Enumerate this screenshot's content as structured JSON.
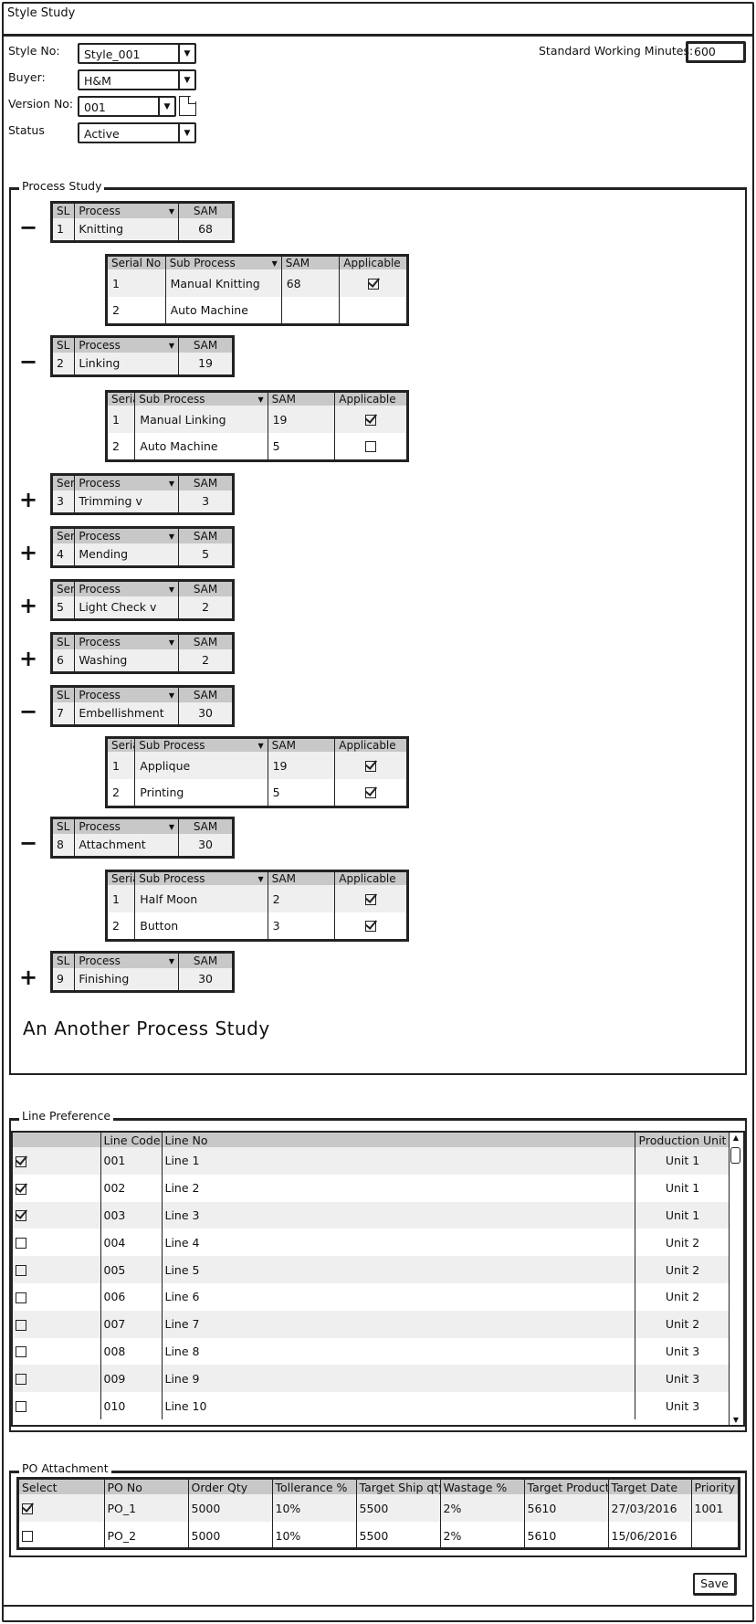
{
  "window": {
    "title": "Style Study"
  },
  "header": {
    "style_no_label": "Style No:",
    "style_no": "Style_001",
    "buyer_label": "Buyer:",
    "buyer": "H&M",
    "version_label": "Version No:",
    "version": "001",
    "status_label": "Status",
    "status": "Active",
    "swm_label": "Standard Working Minutes:",
    "swm": "600"
  },
  "process_study": {
    "label": "Process Study",
    "processes": [
      {
        "toggle": "−",
        "sl_header": "SL",
        "process_header": "Process",
        "sam_header": "SAM",
        "sl": "1",
        "name": "Knitting",
        "sam": "68",
        "sub": {
          "serial_header": "Serial No",
          "sub_header": "Sub Process",
          "sam_header": "SAM",
          "app_header": "Applicable",
          "rows": [
            {
              "serial": "1",
              "name": "Manual Knitting",
              "sam": "68",
              "applicable": true
            },
            {
              "serial": "2",
              "name": "Auto Machine",
              "sam": "",
              "applicable": null
            }
          ]
        }
      },
      {
        "toggle": "−",
        "sl_header": "SL",
        "process_header": "Process",
        "sam_header": "SAM",
        "sl": "2",
        "name": "Linking",
        "sam": "19",
        "sub": {
          "serial_header": "Serial No",
          "sub_header": "Sub Process",
          "sam_header": "SAM",
          "app_header": "Applicable",
          "rows": [
            {
              "serial": "1",
              "name": "Manual Linking",
              "sam": "19",
              "applicable": true
            },
            {
              "serial": "2",
              "name": "Auto Machine",
              "sam": "5",
              "applicable": false
            }
          ]
        }
      },
      {
        "toggle": "+",
        "sl_header": "Serial",
        "process_header": "Process",
        "sam_header": "SAM",
        "sl": "3",
        "name": "Trimming v",
        "sam": "3"
      },
      {
        "toggle": "+",
        "sl_header": "Serial",
        "process_header": "Process",
        "sam_header": "SAM",
        "sl": "4",
        "name": "Mending",
        "sam": "5"
      },
      {
        "toggle": "+",
        "sl_header": "Serial",
        "process_header": "Process",
        "sam_header": "SAM",
        "sl": "5",
        "name": "Light Check v",
        "sam": "2"
      },
      {
        "toggle": "+",
        "sl_header": "SL",
        "process_header": "Process",
        "sam_header": "SAM",
        "sl": "6",
        "name": "Washing",
        "sam": "2"
      },
      {
        "toggle": "−",
        "sl_header": "SL",
        "process_header": "Process",
        "sam_header": "SAM",
        "sl": "7",
        "name": "Embellishment",
        "sam": "30",
        "sub": {
          "serial_header": "Serial No",
          "sub_header": "Sub Process",
          "sam_header": "SAM",
          "app_header": "Applicable",
          "rows": [
            {
              "serial": "1",
              "name": "Applique",
              "sam": "19",
              "applicable": true
            },
            {
              "serial": "2",
              "name": "Printing",
              "sam": "5",
              "applicable": true
            }
          ]
        }
      },
      {
        "toggle": "−",
        "sl_header": "SL",
        "process_header": "Process",
        "sam_header": "SAM",
        "sl": "8",
        "name": "Attachment",
        "sam": "30",
        "sub": {
          "serial_header": "Serial No",
          "sub_header": "Sub Process",
          "sam_header": "SAM",
          "app_header": "Applicable",
          "rows": [
            {
              "serial": "1",
              "name": "Half Moon",
              "sam": "2",
              "applicable": true
            },
            {
              "serial": "2",
              "name": "Button",
              "sam": "3",
              "applicable": true
            }
          ]
        }
      },
      {
        "toggle": "+",
        "sl_header": "SL",
        "process_header": "Process",
        "sam_header": "SAM",
        "sl": "9",
        "name": "Finishing",
        "sam": "30"
      }
    ],
    "another": "An Another Process Study"
  },
  "line_preference": {
    "label": "Line Preference",
    "headers": [
      "",
      "Line Code",
      "Line No",
      "Production Unit"
    ],
    "rows": [
      {
        "checked": true,
        "code": "001",
        "line": "Line 1",
        "unit": "Unit 1"
      },
      {
        "checked": true,
        "code": "002",
        "line": "Line 2",
        "unit": "Unit 1"
      },
      {
        "checked": true,
        "code": "003",
        "line": "Line 3",
        "unit": "Unit 1"
      },
      {
        "checked": false,
        "code": "004",
        "line": "Line 4",
        "unit": "Unit 2"
      },
      {
        "checked": false,
        "code": "005",
        "line": "Line 5",
        "unit": "Unit 2"
      },
      {
        "checked": false,
        "code": "006",
        "line": "Line 6",
        "unit": "Unit 2"
      },
      {
        "checked": false,
        "code": "007",
        "line": "Line 7",
        "unit": "Unit 2"
      },
      {
        "checked": false,
        "code": "008",
        "line": "Line 8",
        "unit": "Unit 3"
      },
      {
        "checked": false,
        "code": "009",
        "line": "Line 9",
        "unit": "Unit 3"
      },
      {
        "checked": false,
        "code": "010",
        "line": "Line 10",
        "unit": "Unit 3"
      }
    ]
  },
  "po_attachment": {
    "label": "PO Attachment",
    "headers": [
      "Select",
      "PO No",
      "Order Qty",
      "Tollerance %",
      "Target Ship qty",
      "Wastage %",
      "Target Production",
      "Target Date",
      "Priority"
    ],
    "rows": [
      {
        "checked": true,
        "po": "PO_1",
        "qty": "5000",
        "tol": "10%",
        "ship": "5500",
        "waste": "2%",
        "prod": "5610",
        "date": "27/03/2016",
        "priority": "1001"
      },
      {
        "checked": false,
        "po": "PO_2",
        "qty": "5000",
        "tol": "10%",
        "ship": "5500",
        "waste": "2%",
        "prod": "5610",
        "date": "15/06/2016",
        "priority": ""
      }
    ]
  },
  "footer": {
    "save_label": "Save"
  }
}
